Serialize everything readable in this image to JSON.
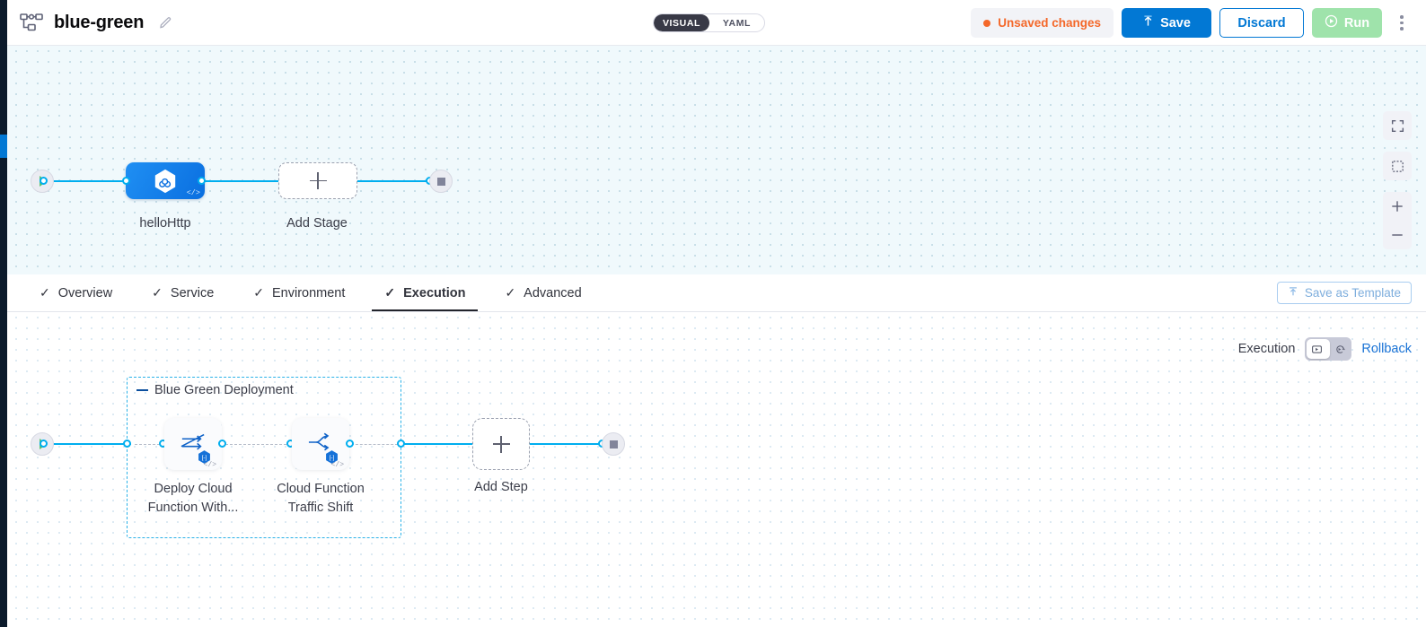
{
  "header": {
    "logo_icon": "pipeline-icon",
    "title": "blue-green",
    "edit_icon": "pencil-icon",
    "mode_toggle": {
      "visual": "VISUAL",
      "yaml": "YAML",
      "selected": "VISUAL"
    },
    "unsaved_label": "Unsaved changes",
    "unsaved_color": "#f4682a",
    "save_label": "Save",
    "save_icon": "upload-arrow-icon",
    "discard_label": "Discard",
    "run_label": "Run",
    "run_icon": "play-circle-icon",
    "more_icon": "kebab-menu-icon",
    "accent_color": "#0278d4",
    "run_color": "#9fe3ab"
  },
  "top_canvas": {
    "start_icon": "play-start-icon",
    "end_icon": "stop-end-icon",
    "stage": {
      "label": "helloHttp",
      "icon": "hexagon-link-icon",
      "code_mark": "</>"
    },
    "add_stage": {
      "label": "Add Stage",
      "icon": "plus-icon"
    },
    "controls": [
      {
        "name": "fullscreen-icon"
      },
      {
        "name": "fit-to-screen-icon"
      },
      {
        "name": "zoom-in-icon",
        "label": "+"
      },
      {
        "name": "zoom-out-icon",
        "label": "−"
      }
    ]
  },
  "tabs": {
    "items": [
      {
        "label": "Overview",
        "check": "✓",
        "active": false
      },
      {
        "label": "Service",
        "check": "✓",
        "active": false
      },
      {
        "label": "Environment",
        "check": "✓",
        "active": false
      },
      {
        "label": "Execution",
        "check": "✓",
        "active": true
      },
      {
        "label": "Advanced",
        "check": "✓",
        "active": false
      }
    ],
    "save_template_label": "Save as Template",
    "save_template_icon": "template-upload-icon"
  },
  "execution_bar": {
    "label": "Execution",
    "toggle_left_icon": "steps-view-icon",
    "toggle_right_icon": "rollback-view-icon",
    "toggle_selected": "steps-view-icon",
    "rollback_label": "Rollback",
    "rollback_color": "#1a73d6"
  },
  "bottom_canvas": {
    "start_icon": "play-start-icon",
    "end_icon": "stop-end-icon",
    "group": {
      "title": "Blue Green Deployment",
      "steps": [
        {
          "label_line1": "Deploy Cloud",
          "label_line2": "Function With...",
          "icon": "deploy-slider-icon",
          "badge": "hexagon-badge-icon",
          "code_mark": "</>"
        },
        {
          "label_line1": "Cloud Function",
          "label_line2": "Traffic Shift",
          "icon": "traffic-split-icon",
          "badge": "hexagon-badge-icon",
          "code_mark": "</>"
        }
      ]
    },
    "add_step": {
      "label": "Add Step",
      "icon": "plus-icon"
    }
  }
}
